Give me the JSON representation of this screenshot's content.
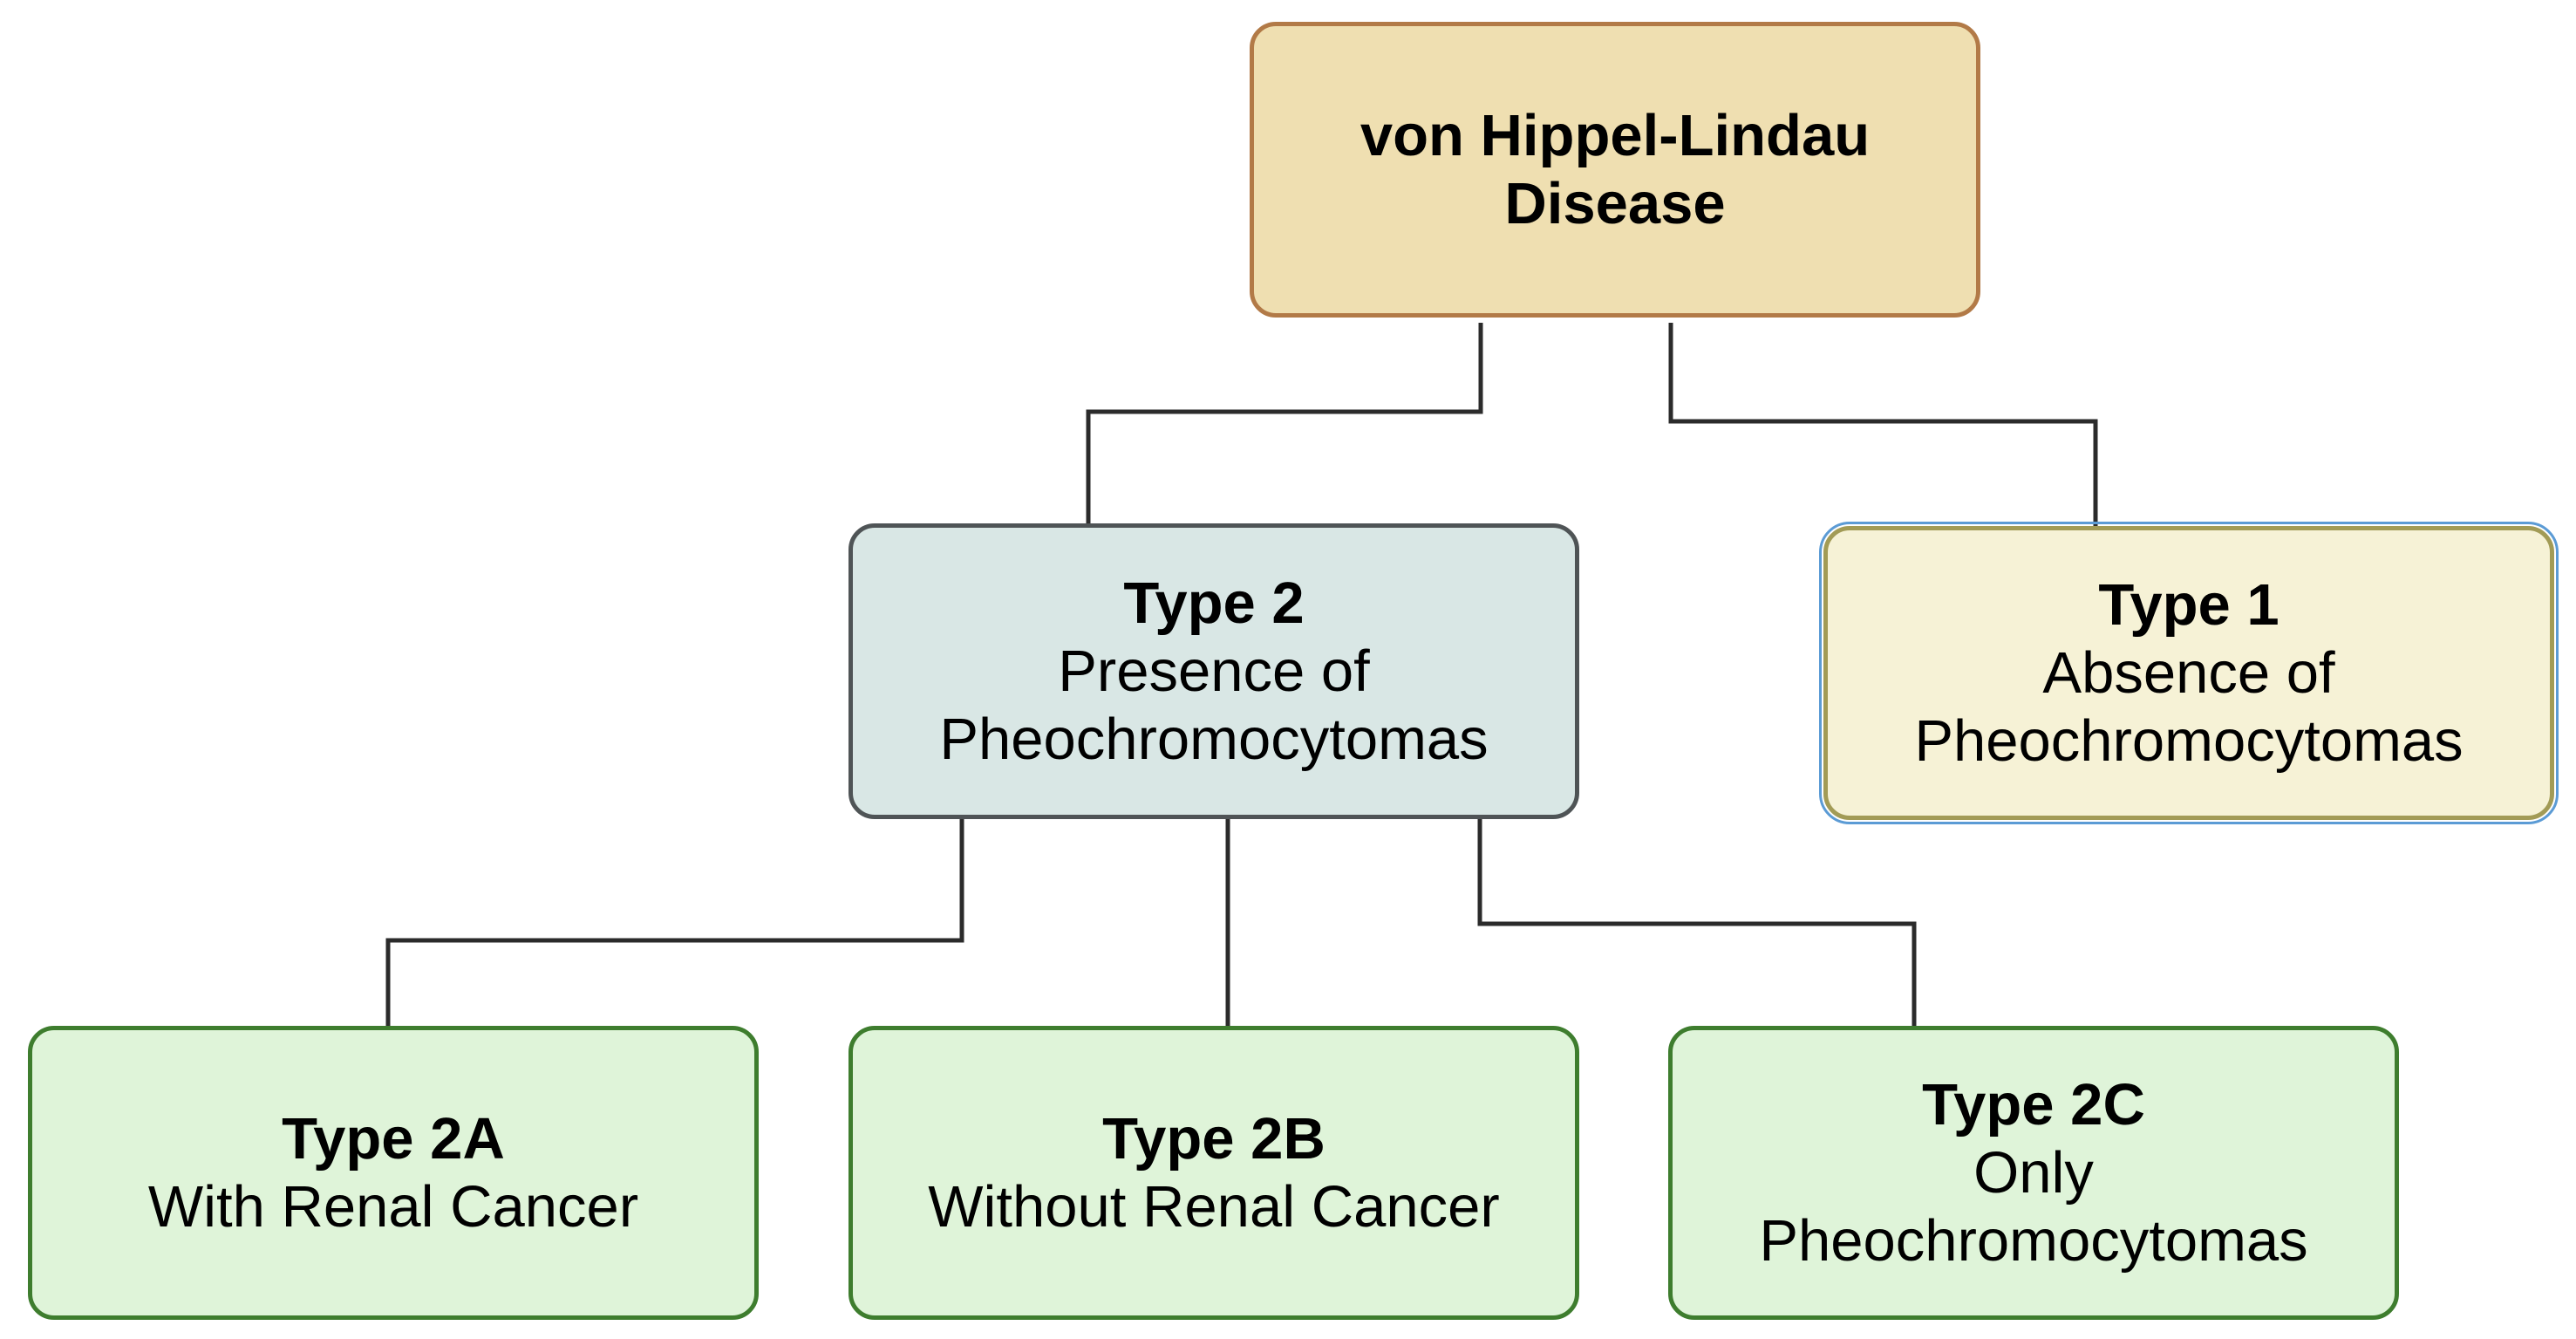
{
  "root": {
    "title": "von Hippel-Lindau",
    "title2": "Disease"
  },
  "type2": {
    "title": "Type 2",
    "line1": "Presence of",
    "line2": "Pheochromocytomas"
  },
  "type1": {
    "title": "Type 1",
    "line1": "Absence of",
    "line2": "Pheochromocytomas"
  },
  "type2a": {
    "title": "Type 2A",
    "line1": "With Renal Cancer"
  },
  "type2b": {
    "title": "Type 2B",
    "line1": "Without Renal Cancer"
  },
  "type2c": {
    "title": "Type 2C",
    "line1": "Only",
    "line2": "Pheochromocytomas"
  },
  "colors": {
    "root_fill": "#efdfb1",
    "root_border": "#b27a47",
    "type2_fill": "#d9e7e5",
    "type1_fill": "#f6f2d6",
    "subtype_fill": "#dff4d9",
    "subtype_border": "#3e7d2e",
    "connector": "#2b2b2b"
  }
}
